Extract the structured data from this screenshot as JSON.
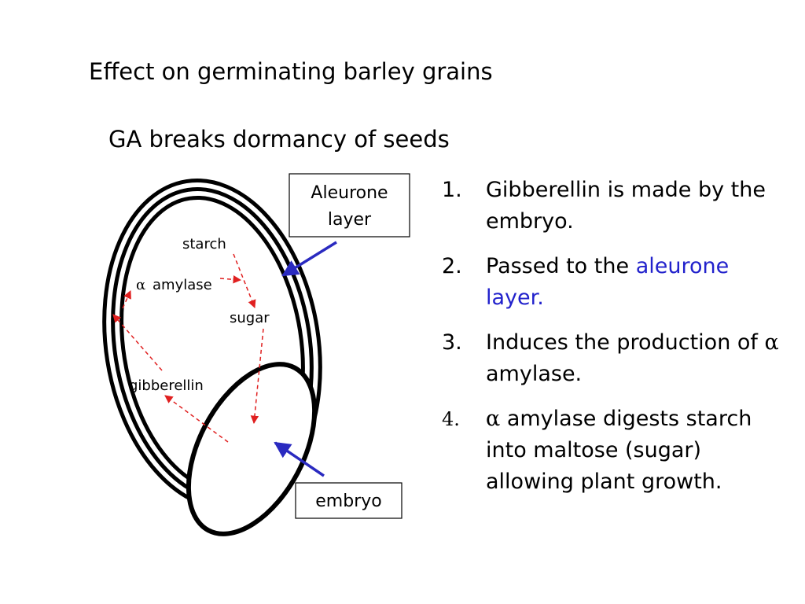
{
  "title": "Effect on germinating barley grains",
  "subtitle": "GA breaks dormancy of seeds",
  "diagram": {
    "labels": {
      "starch": "starch",
      "alpha": "α",
      "amylase": "amylase",
      "sugar": "sugar",
      "gibberellin": "gibberellin"
    },
    "aleurone_box": {
      "line1": "Aleurone",
      "line2": "layer"
    },
    "embryo_box": "embryo",
    "colors": {
      "outline": "#000000",
      "pointer_arrow": "#2a2ac0",
      "flow_arrow": "#e02020"
    }
  },
  "steps": [
    {
      "num": "1.",
      "text": "Gibberellin is made by the embryo."
    },
    {
      "num": "2.",
      "text": "Passed to the",
      "highlight": "aleurone layer."
    },
    {
      "num": "3.",
      "text": "Induces the production of",
      "symbol": "α",
      "text_after": "amylase."
    },
    {
      "num": "4.",
      "symbol": "α",
      "text": "amylase digests starch into maltose (sugar) allowing plant growth."
    }
  ]
}
